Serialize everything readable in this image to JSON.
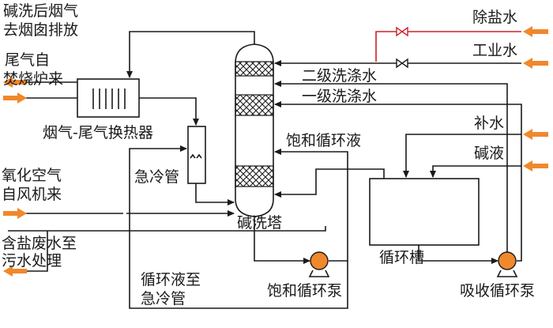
{
  "labels": {
    "exhaust_out_1": "碱洗后烟气",
    "exhaust_out_2": "去烟囱排放",
    "tail_gas_in_1": "尾气自",
    "tail_gas_in_2": "焚烧炉来",
    "heat_exchanger": "烟气-尾气换热器",
    "oxidation_air_1": "氧化空气",
    "oxidation_air_2": "自风机来",
    "quench_pipe": "急冷管",
    "saline_wastewater_1": "含盐废水至",
    "saline_wastewater_2": "污水处理",
    "circ_to_quench_1": "循环液至",
    "circ_to_quench_2": "急冷管",
    "scrubber_tower": "碱洗塔",
    "saturated_liquid": "饱和循环液",
    "saturated_pump": "饱和循环泵",
    "circulation_tank": "循环槽",
    "absorb_pump": "吸收循环泵",
    "demineralized_water": "除盐水",
    "industrial_water": "工业水",
    "secondary_wash": "二级洗涤水",
    "primary_wash": "一级洗涤水",
    "makeup_water": "补水",
    "alkali_solution": "碱液"
  },
  "colors": {
    "line": "#1a1a1a",
    "arrow": "#f0882c",
    "demin_line": "#d0202a"
  },
  "icons": {
    "valve": "gate-valve-icon",
    "pump": "centrifugal-pump-icon"
  }
}
